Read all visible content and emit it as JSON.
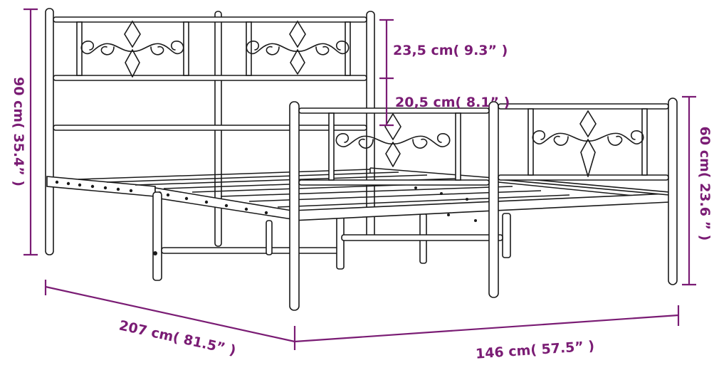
{
  "colors": {
    "dimension": "#7a1c74",
    "frame_outline": "#1a1a1a",
    "background": "#ffffff"
  },
  "dimensions": {
    "total_height": "90 cm( 35.4” )",
    "headboard_panel_height": "23,5 cm( 9.3” )",
    "under_bed_clearance": "20,5 cm( 8.1” )",
    "footboard_height": "60 cm( 23.6 ” )",
    "length": "207 cm( 81.5” )",
    "width": "146 cm( 57.5” )"
  }
}
